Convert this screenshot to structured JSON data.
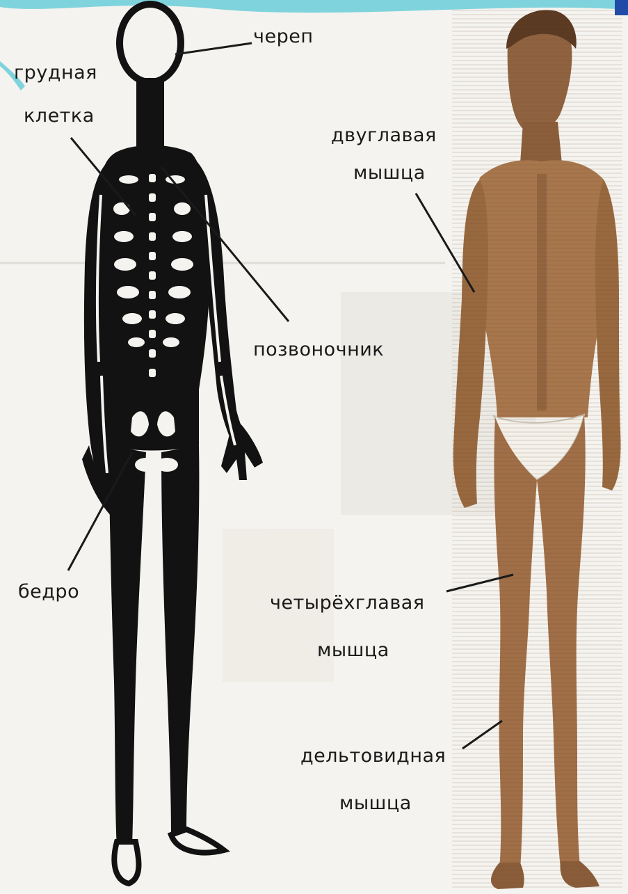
{
  "labels": {
    "skull": "череп",
    "ribcage_1": "грудная",
    "ribcage_2": "клетка",
    "spine": "позвоночник",
    "femur": "бедро",
    "biceps_1": "двуглавая",
    "biceps_2": "мышца",
    "quadriceps_1": "четырёхглавая",
    "quadriceps_2": "мышца",
    "deltoid_1": "дельтовидная",
    "deltoid_2": "мышца"
  },
  "colors": {
    "background": "#f4f3ef",
    "top_bar": "#7fd3dc",
    "corner_accent": "#1f4aa8",
    "skeleton_fill": "#121212",
    "bone_highlight": "#f4f3ef",
    "skin": "#a7764c",
    "skin_shadow": "#7a5232",
    "loincloth": "#f3f1ea",
    "leader_line": "#1a1a1a"
  }
}
